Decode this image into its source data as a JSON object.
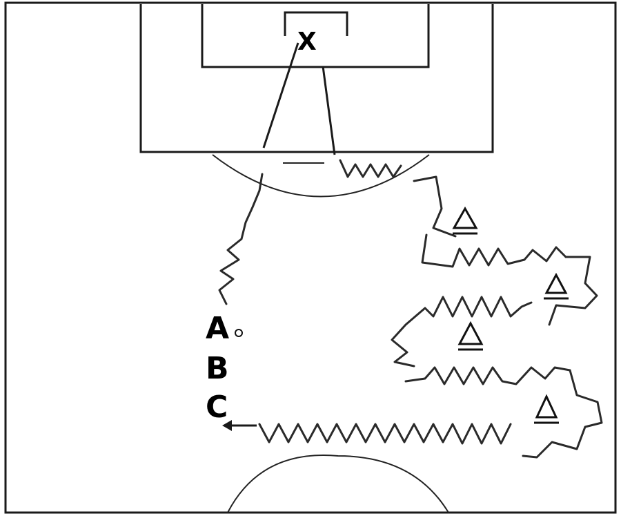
{
  "diagram": {
    "goal_marker": "X",
    "players": [
      {
        "id": "a",
        "label": "A"
      },
      {
        "id": "b",
        "label": "B"
      },
      {
        "id": "c",
        "label": "C"
      }
    ],
    "cone_count": 4,
    "colors": {
      "lines": "#1a1a1a",
      "background": "#ffffff"
    }
  }
}
